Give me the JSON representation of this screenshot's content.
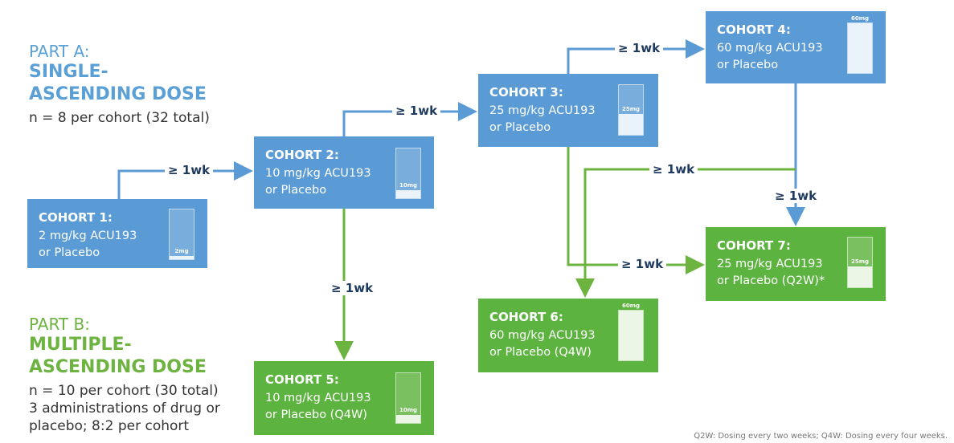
{
  "part_a": {
    "label": "PART A:",
    "title_line1": "SINGLE-",
    "title_line2": "ASCENDING DOSE",
    "desc": "n = 8 per cohort (32 total)"
  },
  "part_b": {
    "label": "PART B:",
    "title_line1": "MULTIPLE-",
    "title_line2": "ASCENDING DOSE",
    "desc_line1": "n = 10 per cohort (30 total)",
    "desc_line2": "3 administrations of drug or",
    "desc_line3": "placebo; 8:2 per cohort"
  },
  "interval_label": "≥ 1wk",
  "cohorts": {
    "c1": {
      "title": "COHORT 1:",
      "line1": "2 mg/kg ACU193",
      "line2": "or Placebo",
      "vial_label": "2mg",
      "dose_fraction": 0.0333
    },
    "c2": {
      "title": "COHORT 2:",
      "line1": "10 mg/kg ACU193",
      "line2": "or Placebo",
      "vial_label": "10mg",
      "dose_fraction": 0.1667
    },
    "c3": {
      "title": "COHORT 3:",
      "line1": "25 mg/kg ACU193",
      "line2": "or Placebo",
      "vial_label": "25mg",
      "dose_fraction": 0.4167
    },
    "c4": {
      "title": "COHORT 4:",
      "line1": "60 mg/kg ACU193",
      "line2": "or Placebo",
      "vial_label": "60mg",
      "dose_fraction": 1.0
    },
    "c5": {
      "title": "COHORT 5:",
      "line1": "10 mg/kg ACU193",
      "line2": "or Placebo (Q4W)",
      "vial_label": "10mg",
      "dose_fraction": 0.1667
    },
    "c6": {
      "title": "COHORT 6:",
      "line1": "60 mg/kg ACU193",
      "line2": "or Placebo (Q4W)",
      "vial_label": "60mg",
      "dose_fraction": 1.0
    },
    "c7": {
      "title": "COHORT 7:",
      "line1": "25 mg/kg ACU193",
      "line2": "or Placebo (Q2W)*",
      "vial_label": "25mg",
      "dose_fraction": 0.4167
    }
  },
  "colors": {
    "blue_box": "#5b9bd5",
    "green_box": "#5db33f",
    "blue_arrow": "#5b9bd5",
    "green_arrow": "#6cb33f"
  },
  "footnote": "Q2W: Dosing every two weeks; Q4W: Dosing every four weeks."
}
